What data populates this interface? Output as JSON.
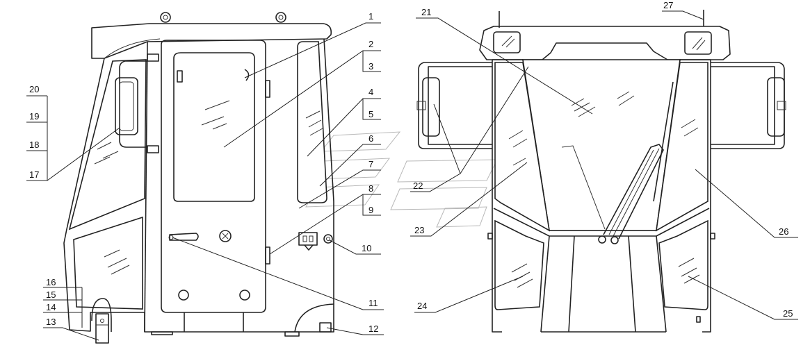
{
  "callouts": {
    "c1": "1",
    "c2": "2",
    "c3": "3",
    "c4": "4",
    "c5": "5",
    "c6": "6",
    "c7": "7",
    "c8": "8",
    "c9": "9",
    "c10": "10",
    "c11": "11",
    "c12": "12",
    "c13": "13",
    "c14": "14",
    "c15": "15",
    "c16": "16",
    "c17": "17",
    "c18": "18",
    "c19": "19",
    "c20": "20",
    "c21": "21",
    "c22": "22",
    "c23": "23",
    "c24": "24",
    "c25": "25",
    "c26": "26",
    "c27": "27"
  },
  "colors": {
    "line": "#222222",
    "background": "#ffffff",
    "watermark": "#b8b8b8"
  }
}
